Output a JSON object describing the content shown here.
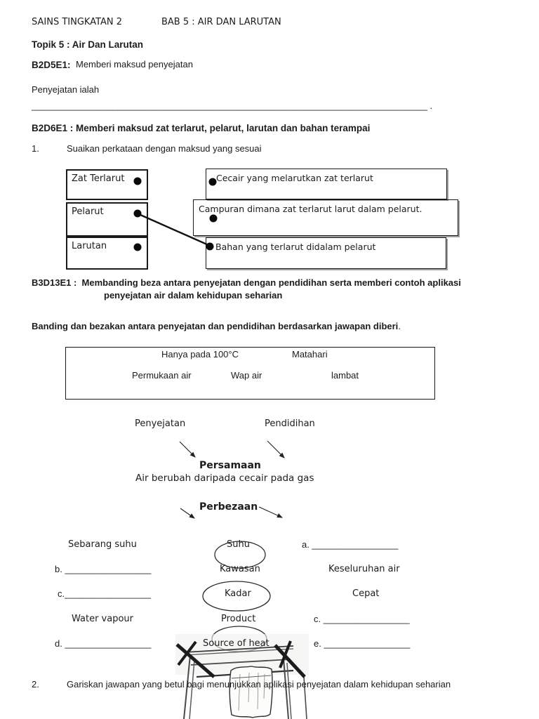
{
  "page": {
    "header_left": "SAINS TINGKATAN 2",
    "header_right": "BAB 5 : AIR DAN LARUTAN",
    "topic": "Topik 5 : Air Dan Larutan",
    "obj1_label": "B2D5E1:",
    "obj1_text": "Memberi maksud penyejatan",
    "prompt": "Penyejatan ialah",
    "blank_line": "______________________________________________________________________________ .",
    "obj2": "B2D6E1 : Memberi maksud zat terlarut, pelarut, larutan dan bahan terampai"
  },
  "q1": {
    "number": "1.",
    "text": "Suaikan perkataan dengan maksud yang sesuai",
    "terms": [
      "Zat Terlarut",
      "Pelarut",
      "Larutan"
    ],
    "definitions": [
      "Cecair yang melarutkan zat terlarut",
      "Campuran dimana zat terlarut larut dalam pelarut.",
      "Bahan yang terlarut didalam pelarut"
    ]
  },
  "b3": {
    "heading_line1": "B3D13E1 :  Membanding beza antara penyejatan dengan pendidihan serta memberi contoh aplikasi",
    "heading_line2": "penyejatan air dalam kehidupan seharian",
    "instruction": "Banding dan bezakan antara penyejatan dan pendidihan berdasarkan jawapan diberi",
    "instruction_suffix": ".",
    "word_bank": [
      "Hanya pada 100°C",
      "Matahari",
      "Permukaan air",
      "Wap air",
      "lambat"
    ],
    "left_label": "Penyejatan",
    "right_label": "Pendidihan",
    "similarity_title": "Persamaan",
    "similarity_text": "Air berubah daripada cecair pada gas",
    "difference_title": "Perbezaan"
  },
  "comparison": {
    "rows": [
      {
        "left": "Sebarang suhu",
        "middle": "Suhu",
        "right": "a. _________________"
      },
      {
        "left": "b. _________________",
        "middle": "Kawasan",
        "right": "Keseluruhan air"
      },
      {
        "left": "c._________________",
        "middle": "Kadar",
        "right": "Cepat"
      },
      {
        "left": "Water vapour",
        "middle": "Product",
        "right": "c. _________________"
      },
      {
        "left": "d. _________________",
        "middle": "Source of heat",
        "right": "e. _________________"
      }
    ]
  },
  "q2": {
    "number": "2.",
    "text": "Gariskan jawapan yang betul bagi menunjukkan aplikasi penyejatan dalam kehidupan seharian"
  }
}
